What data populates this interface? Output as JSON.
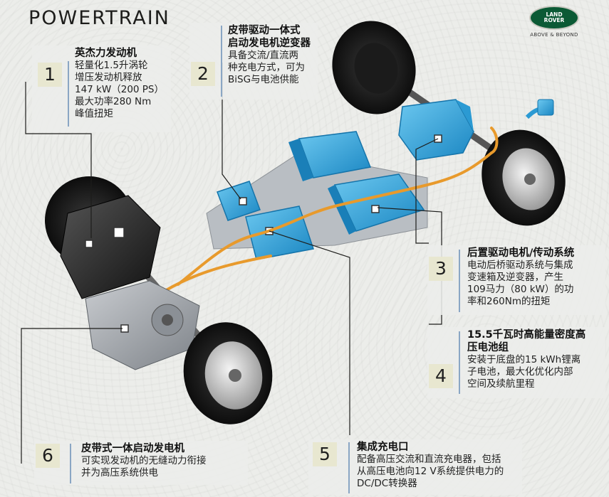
{
  "header": {
    "title": "POWERTRAIN"
  },
  "logo": {
    "line1": "LAND",
    "line2": "ROVER",
    "tagline": "ABOVE & BEYOND"
  },
  "callouts": [
    {
      "number": "1",
      "title": "英杰力发动机",
      "lines": [
        "轻量化1.5升涡轮",
        "增压发动机释放",
        "147 kW（200 PS）",
        "最大功率280 Nm",
        "峰值扭矩"
      ]
    },
    {
      "number": "2",
      "title_lines": [
        "皮带驱动一体式",
        "启动发电机逆变器"
      ],
      "lines": [
        "具备交流/直流两",
        "种充电方式，可为",
        "BiSG与电池供能"
      ]
    },
    {
      "number": "3",
      "title": "后置驱动电机/传动系统",
      "lines": [
        "电动后桥驱动系统与集成",
        "变速箱及逆变器，产生",
        "109马力（80 kW）的功",
        "率和260Nm的扭矩"
      ]
    },
    {
      "number": "4",
      "title_lines": [
        "15.5千瓦时高能量密度高",
        "压电池组"
      ],
      "lines": [
        "安装于底盘的15 kWh锂离",
        "子电池，最大化优化内部",
        "空间及续航里程"
      ]
    },
    {
      "number": "5",
      "title": "集成充电口",
      "lines": [
        "配备高压交流和直流充电器，包括",
        "从高压电池向12 V系统提供电力的",
        "DC/DC转换器"
      ]
    },
    {
      "number": "6",
      "title": "皮带式一体启动发电机",
      "lines": [
        "可实现发动机的无缝动力衔接",
        "并为高压系统供电"
      ]
    }
  ],
  "colors": {
    "background": "#ecedea",
    "number_box": "#e8e7d0",
    "accent_line": "#8aa6c4",
    "battery_blue": "#2fa3d8",
    "cable_orange": "#e89a2c",
    "logo_green": "#0b5a35"
  }
}
